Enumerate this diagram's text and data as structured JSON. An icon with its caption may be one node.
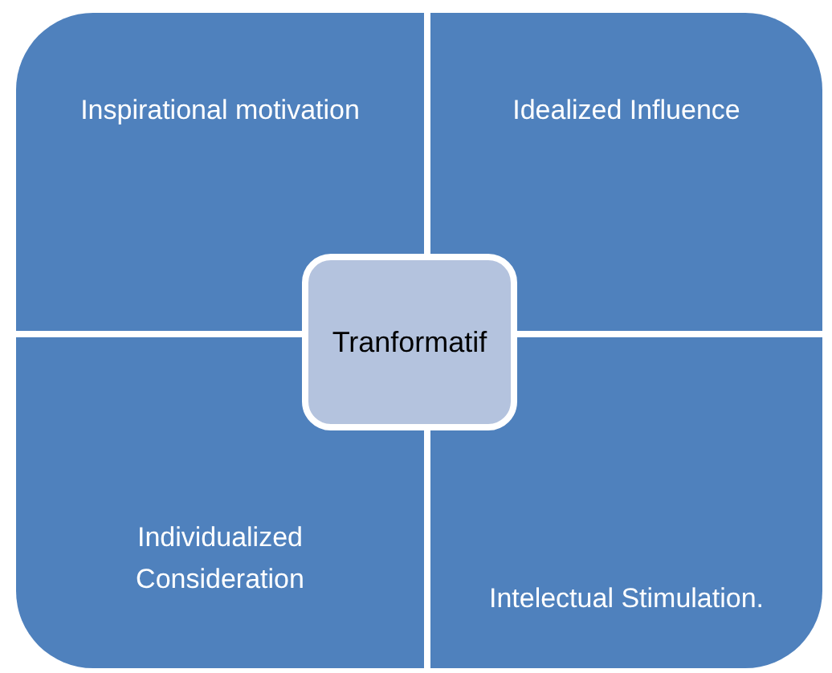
{
  "diagram": {
    "nodes": [
      {
        "text": [
          "Inspirational motivation"
        ]
      },
      {
        "text": [
          "Idealized Influence"
        ]
      },
      {
        "text": [
          "Individualized Consideration"
        ]
      },
      {
        "text": [
          "Intelectual Stimulation."
        ]
      },
      {
        "text": [
          "Tranformatif"
        ]
      }
    ]
  }
}
